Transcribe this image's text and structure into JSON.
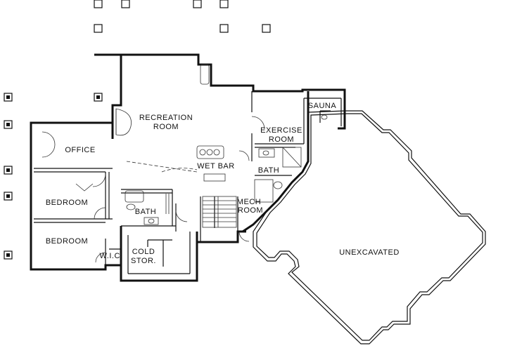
{
  "floor_plan": {
    "rooms": {
      "recreation_line1": "RECREATION",
      "recreation_line2": "ROOM",
      "sauna": "SAUNA",
      "exercise_line1": "EXERCISE",
      "exercise_line2": "ROOM",
      "office": "OFFICE",
      "wet_bar": "WET BAR",
      "bath_upper": "BATH",
      "bedroom_upper": "BEDROOM",
      "bath_lower": "BATH",
      "mech_line1": "MECH",
      "mech_line2": "ROOM",
      "bedroom_lower": "BEDROOM",
      "wic": "W.I.C.",
      "cold_line1": "COLD",
      "cold_line2": "STOR.",
      "unexcavated": "UNEXCAVATED"
    }
  }
}
